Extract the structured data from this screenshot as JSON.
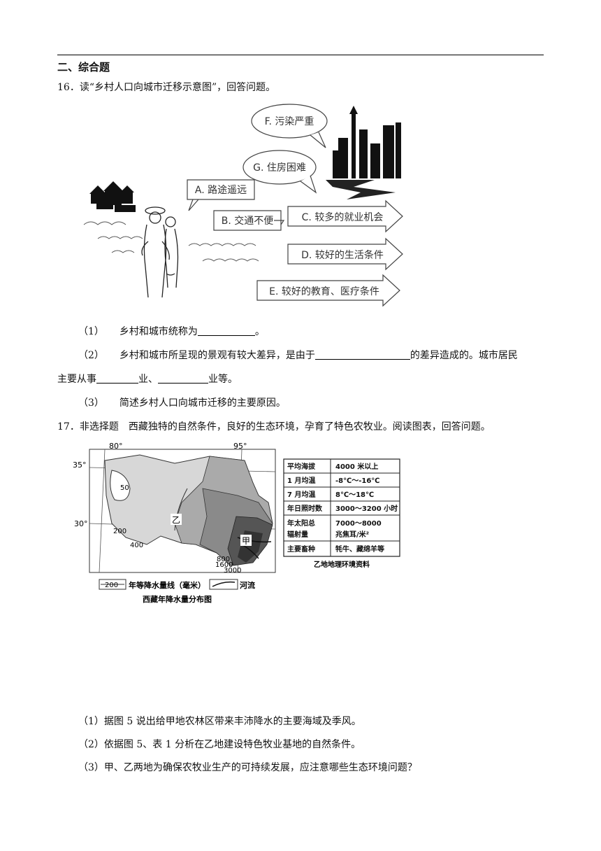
{
  "section_title": "二、综合题",
  "q16": {
    "stem": "16．读“乡村人口向城市迁移示意图”，回答问题。",
    "figure": {
      "bubbles": [
        "F. 污染严重",
        "G. 住房困难"
      ],
      "labels": [
        "A. 路途遥远",
        "B. 交通不便"
      ],
      "arrows": [
        "C. 较多的就业机会",
        "D. 较好的生活条件",
        "E. 较好的教育、医疗条件"
      ]
    },
    "p1_num": "（1）",
    "p1_text": "乡村和城市统称为",
    "p1_end": "。",
    "p2_num": "（2）",
    "p2_text_a": "乡村和城市所呈现的景观有较大差异，是由于",
    "p2_text_b": "的差异造成的。城市居民",
    "p2_line2_a": "主要从事",
    "p2_line2_b": "业、",
    "p2_line2_c": "业等。",
    "p3_num": "（3）",
    "p3_text": "简述乡村人口向城市迁移的主要原因。"
  },
  "q17": {
    "stem": "17．非选择题　西藏独特的自然条件，良好的生态环境，孕育了特色农牧业。阅读图表，回答问题。",
    "map": {
      "lon_labels": [
        "80°",
        "95°"
      ],
      "lat_labels": [
        "35°",
        "30°"
      ],
      "isohyets": [
        "50",
        "200",
        "400",
        "800",
        "1600",
        "3000"
      ],
      "places": [
        "乙",
        "甲"
      ],
      "legend_isohyet": "年等降水量线（毫米）",
      "legend_isohyet_sample": "200",
      "legend_river": "河流",
      "caption": "西藏年降水量分布图"
    },
    "table": {
      "rows": [
        [
          "平均海拔",
          "4000 米以上"
        ],
        [
          "1 月均温",
          "-8℃～-16℃"
        ],
        [
          "7 月均温",
          "8℃～18℃"
        ],
        [
          "年日照时数",
          "3000～3200 小时"
        ],
        [
          "年太阳总辐射量",
          "7000～8000兆焦耳/米²"
        ],
        [
          "主要畜种",
          "牦牛、藏绵羊等"
        ]
      ],
      "row5_a": "年太阳总",
      "row5_b": "辐射量",
      "row5_v_a": "7000～8000",
      "row5_v_b": "兆焦耳/米²",
      "caption": "乙地地理环境资料"
    },
    "p1": "（1）据图 5 说出给甲地农林区带来丰沛降水的主要海域及季风。",
    "p2": "（2）依据图 5、表 1 分析在乙地建设特色牧业基地的自然条件。",
    "p3": "（3）甲、乙两地为确保农牧业生产的可持续发展，应注意哪些生态环境问题？"
  }
}
